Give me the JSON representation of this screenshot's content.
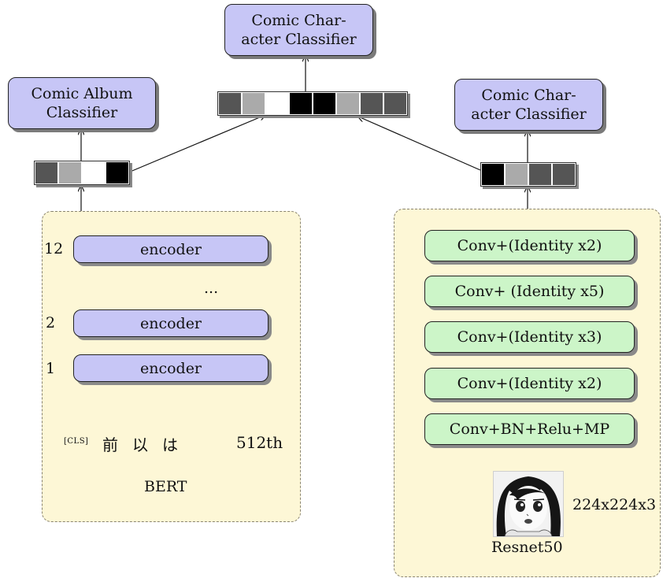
{
  "left_branch": {
    "classifier_label": "Comic Album\nClassifier",
    "panel_label": "BERT",
    "encoder_label": "encoder",
    "layer_numbers": [
      "12",
      "2",
      "1"
    ],
    "ellipsis": "...",
    "tokens": {
      "cls": "[CLS]",
      "t1": "前",
      "t2": "以",
      "t3": "は",
      "last": "512th"
    }
  },
  "top": {
    "classifier_label": "Comic Char-\nacter Classifier"
  },
  "right_branch": {
    "classifier_label": "Comic Char-\nacter Classifier",
    "blocks": [
      "Conv+(Identity x2)",
      "Conv+ (Identity x5)",
      "Conv+(Identity x3)",
      "Conv+(Identity x2)",
      "Conv+BN+Relu+MP"
    ],
    "image_size": "224x224x3",
    "image_caption": "Resnet50"
  },
  "vectors": {
    "left": [
      "#555555",
      "#aaaaaa",
      "#ffffff",
      "#000000"
    ],
    "right": [
      "#000000",
      "#aaaaaa",
      "#555555",
      "#555555"
    ],
    "top": [
      "#555555",
      "#aaaaaa",
      "#ffffff",
      "#000000",
      "#000000",
      "#aaaaaa",
      "#555555",
      "#555555"
    ]
  }
}
